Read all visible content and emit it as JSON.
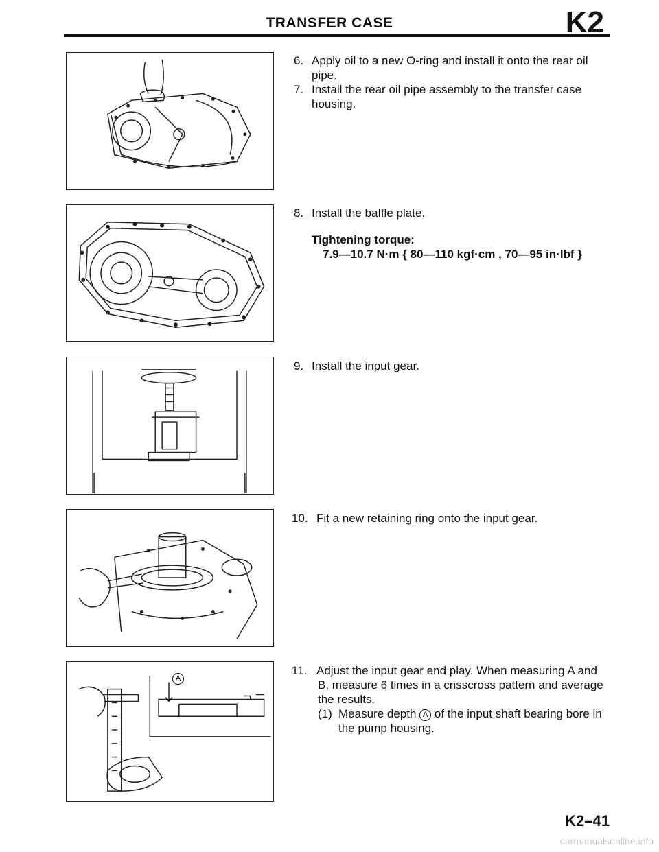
{
  "header": {
    "title": "TRANSFER CASE",
    "section": "K2"
  },
  "steps": {
    "s6": {
      "num": "6.",
      "line1": "Apply oil to a new O-ring and install it onto the rear oil",
      "line2": "pipe."
    },
    "s7": {
      "num": "7.",
      "line1": "Install the rear oil pipe assembly to the transfer case",
      "line2": "housing."
    },
    "s8": {
      "num": "8.",
      "text": "Install the baffle plate.",
      "torque_label": "Tightening torque:",
      "torque_value": "7.9—10.7 N·m { 80—110 kgf·cm , 70—95 in·lbf }"
    },
    "s9": {
      "num": "9.",
      "text": "Install the input gear."
    },
    "s10": {
      "num": "10.",
      "text": "Fit a new retaining ring onto the input gear."
    },
    "s11": {
      "num": "11.",
      "line1": "Adjust the input gear end play. When measuring A and",
      "line2": "B, measure 6 times in a crisscross pattern and average",
      "line3": "the results.",
      "sub_num": "(1)",
      "sub_line1a": "Measure depth",
      "sub_marker": "A",
      "sub_line1b": "of the input shaft bearing bore in",
      "sub_line2": "the pump housing."
    }
  },
  "figures": {
    "fig5_marker": "A"
  },
  "footer": {
    "page": "K2–41",
    "watermark": "carmanualsonline.info"
  }
}
